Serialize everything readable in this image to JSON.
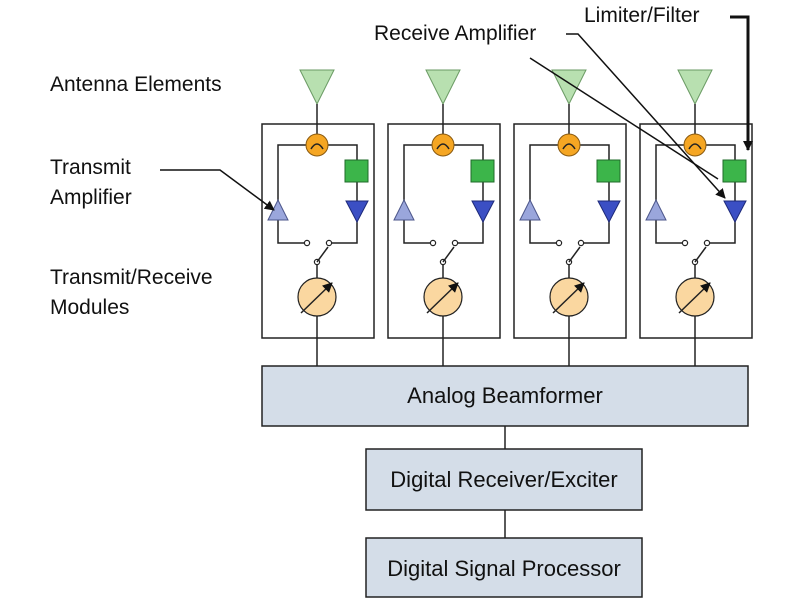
{
  "labels": {
    "antenna_elements": "Antenna Elements",
    "transmit_amplifier_line1": "Transmit",
    "transmit_amplifier_line2": "Amplifier",
    "trm_line1": "Transmit/Receive",
    "trm_line2": "Modules",
    "receive_amplifier": "Receive Amplifier",
    "limiter_filter": "Limiter/Filter"
  },
  "blocks": {
    "beamformer": "Analog Beamformer",
    "receiver_exciter": "Digital Receiver/Exciter",
    "signal_processor": "Digital Signal Processor"
  },
  "colors": {
    "antenna": "#b8e0b0",
    "circulator": "#f5a623",
    "filter": "#3cb54a",
    "receive_amp": "#3b4fc4",
    "transmit_amp": "#9aa6dc",
    "phase_shifter": "#fad7a0",
    "block_fill": "#d4dde8"
  }
}
